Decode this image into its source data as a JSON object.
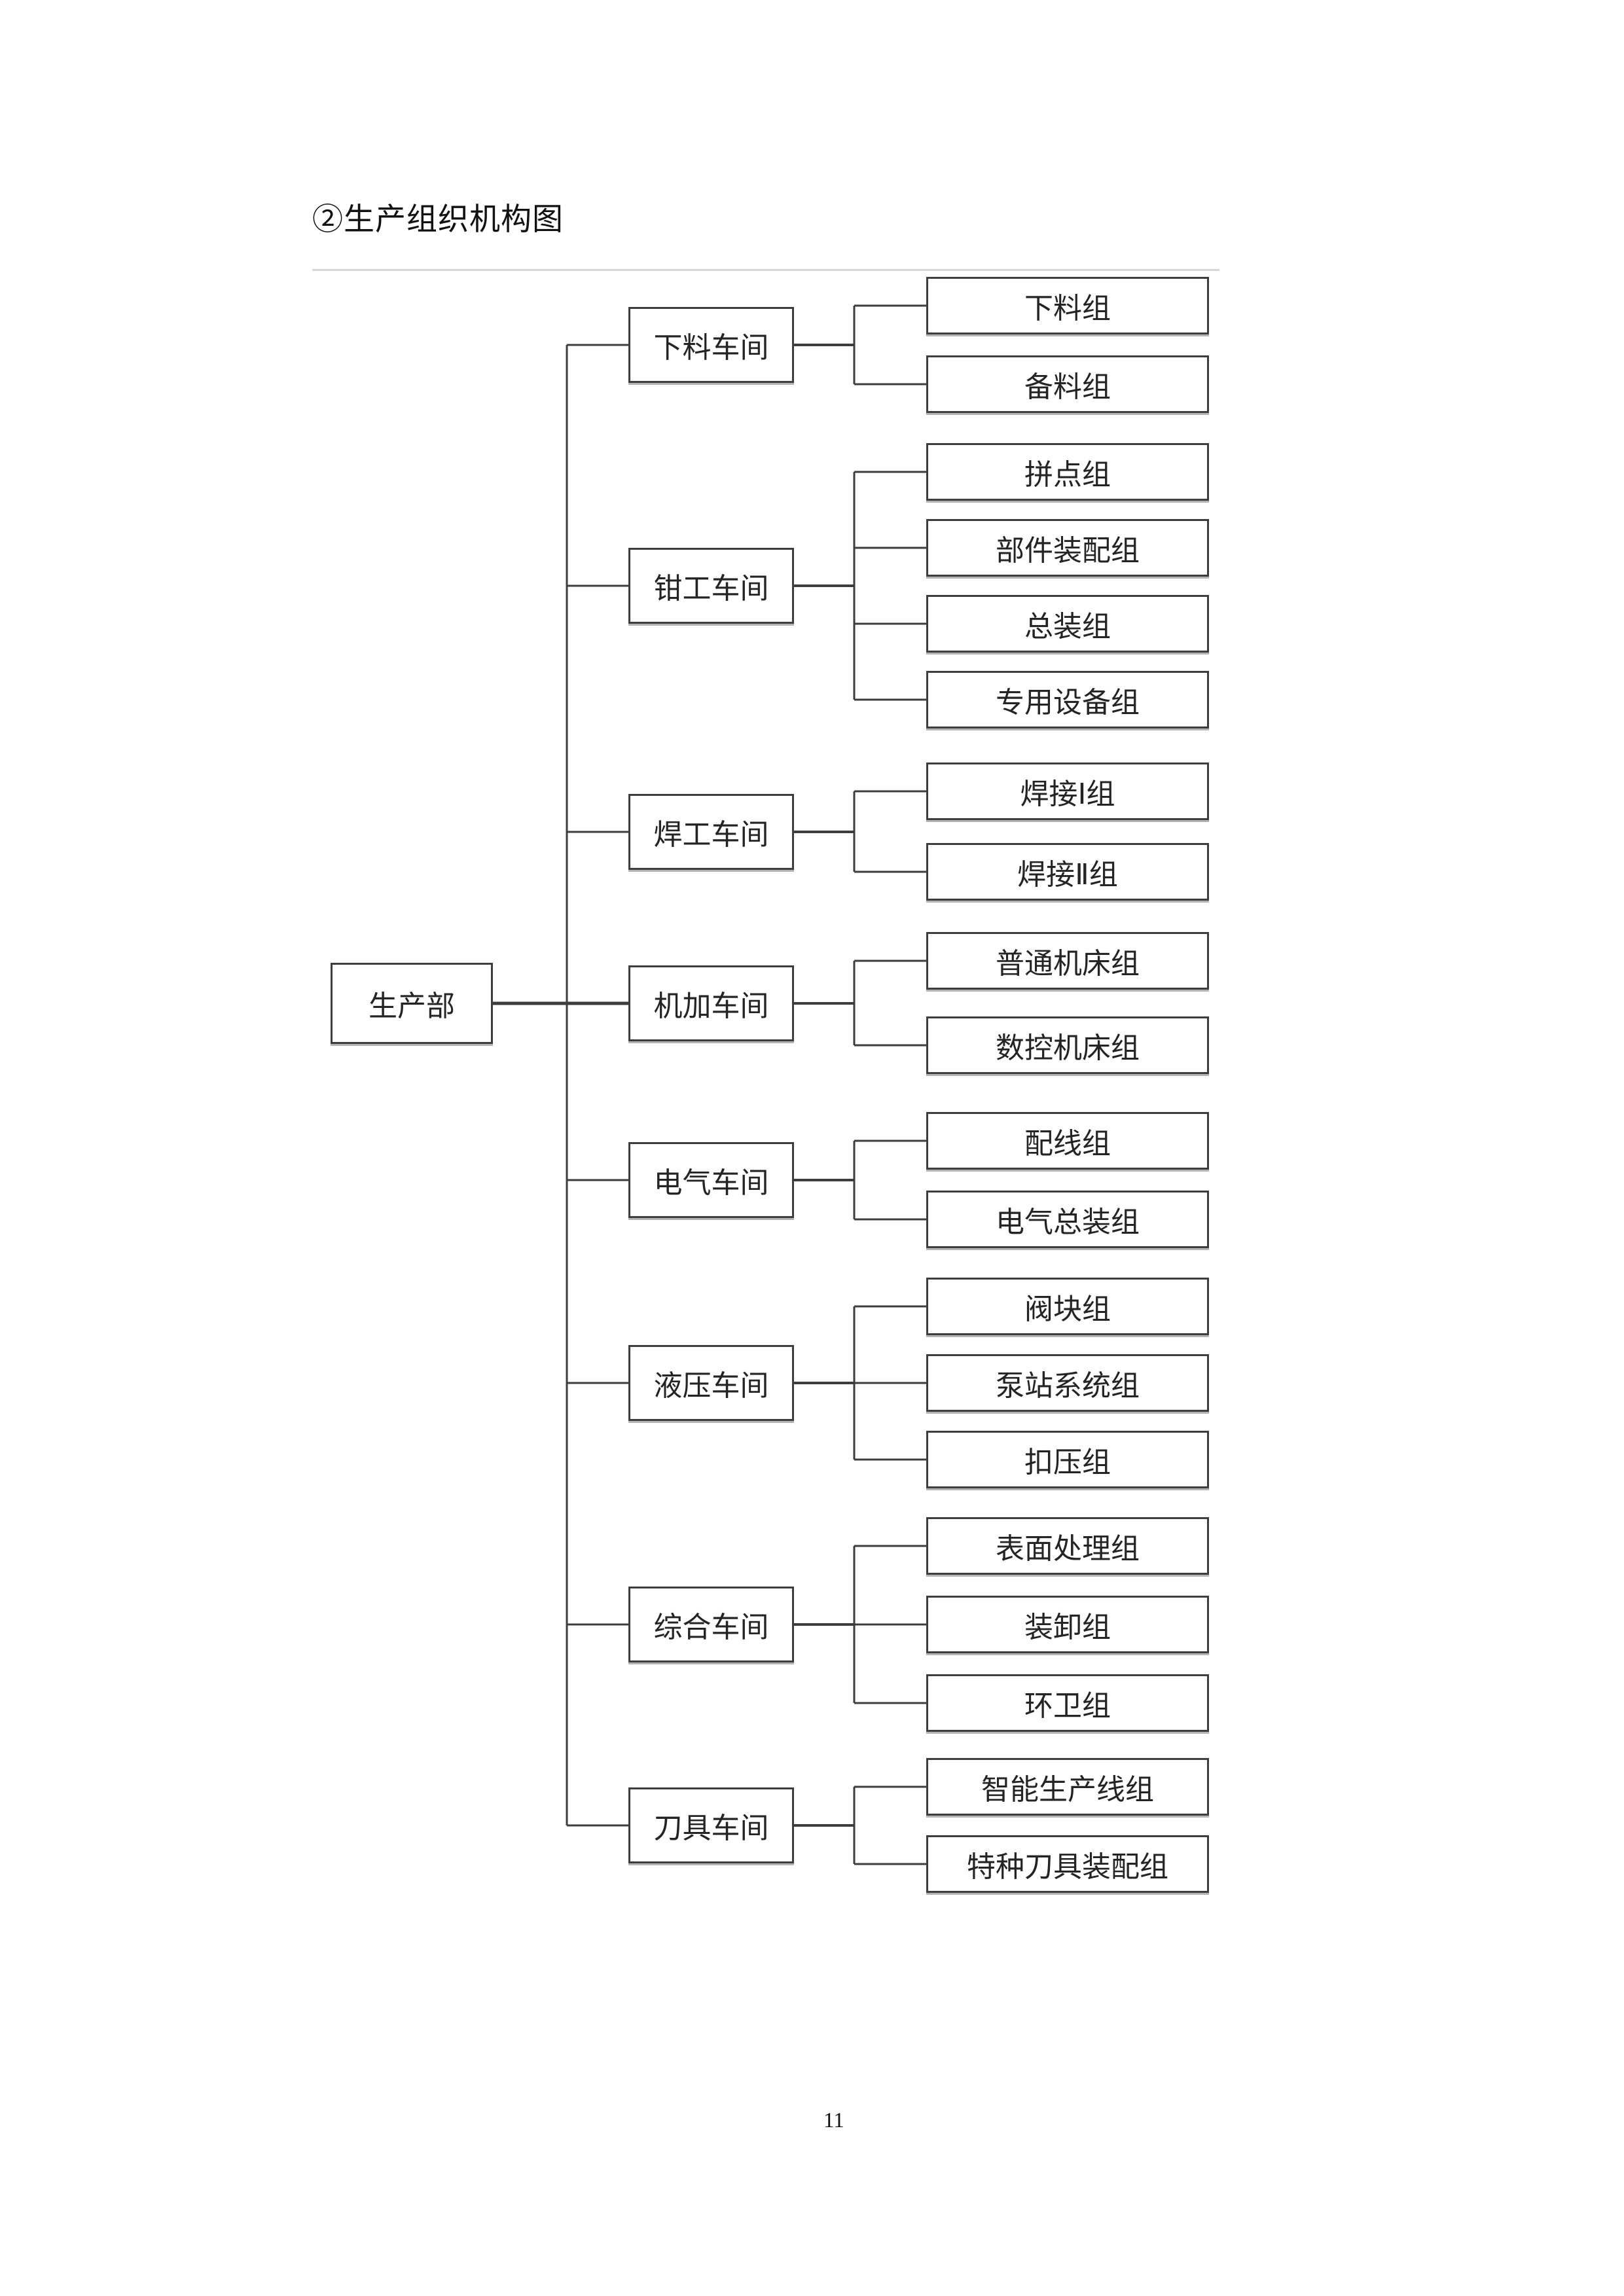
{
  "page": {
    "title": "②生产组织机构图",
    "page_number": "11"
  },
  "chart": {
    "type": "org-tree",
    "root": {
      "label": "生产部"
    },
    "workshops": [
      {
        "label": "下料车间",
        "groups": [
          {
            "label": "下料组"
          },
          {
            "label": "备料组"
          }
        ]
      },
      {
        "label": "钳工车间",
        "groups": [
          {
            "label": "拼点组"
          },
          {
            "label": "部件装配组"
          },
          {
            "label": "总装组"
          },
          {
            "label": "专用设备组"
          }
        ]
      },
      {
        "label": "焊工车间",
        "groups": [
          {
            "label": "焊接Ⅰ组"
          },
          {
            "label": "焊接Ⅱ组"
          }
        ]
      },
      {
        "label": "机加车间",
        "groups": [
          {
            "label": "普通机床组"
          },
          {
            "label": "数控机床组"
          }
        ]
      },
      {
        "label": "电气车间",
        "groups": [
          {
            "label": "配线组"
          },
          {
            "label": "电气总装组"
          }
        ]
      },
      {
        "label": "液压车间",
        "groups": [
          {
            "label": "阀块组"
          },
          {
            "label": "泵站系统组"
          },
          {
            "label": "扣压组"
          }
        ]
      },
      {
        "label": "综合车间",
        "groups": [
          {
            "label": "表面处理组"
          },
          {
            "label": "装卸组"
          },
          {
            "label": "环卫组"
          }
        ]
      },
      {
        "label": "刀具车间",
        "groups": [
          {
            "label": "智能生产线组"
          },
          {
            "label": "特种刀具装配组"
          }
        ]
      }
    ],
    "line_color": "#3d3d3d"
  }
}
